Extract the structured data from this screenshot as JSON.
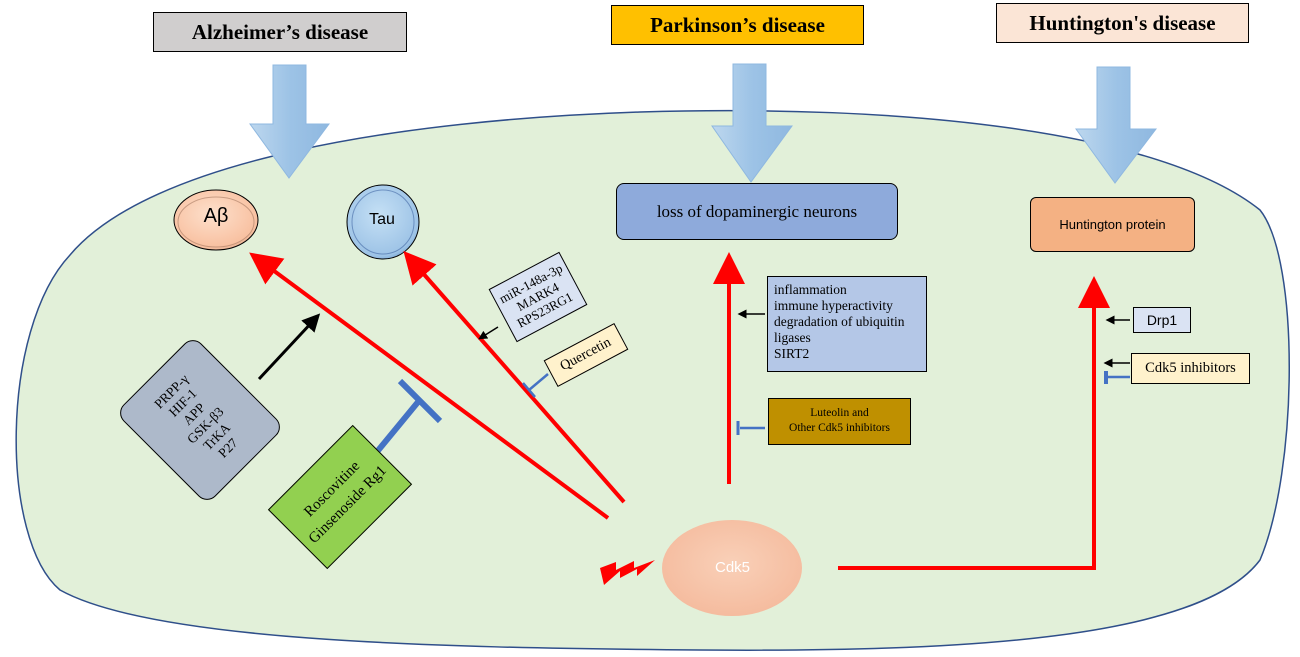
{
  "titles": {
    "alzheimers": "Alzheimer’s disease",
    "parkinsons": "Parkinson’s  disease",
    "huntingtons": "Huntington's disease"
  },
  "nodes": {
    "abeta": "Aβ",
    "tau": "Tau",
    "cdk5": "Cdk5",
    "dopaminergic_loss": "loss of dopaminergic neurons",
    "huntington_protein": "Huntington protein",
    "drp1": "Drp1",
    "cdk5_inhibitors": "Cdk5 inhibitors",
    "quercetin": "Quercetin"
  },
  "lists": {
    "ad_factors": [
      "PRPP-γ",
      "HIF-1",
      "APP",
      "GSK-β3",
      "TrKA",
      "P27"
    ],
    "mirna": [
      "miR-148a-3p",
      "MARK4",
      "RPS23RG1"
    ],
    "green_inhibitors": [
      "Roscovitine",
      "Ginsenoside Rg1"
    ],
    "pd_factors": [
      "inflammation",
      "immune hyperactivity",
      "degradation of ubiquitin",
      "ligases",
      "SIRT2"
    ],
    "luteolin": [
      "Luteolin  and",
      "Other Cdk5 inhibitors"
    ]
  },
  "colors": {
    "cell_fill": "#e2f0d9",
    "cell_stroke": "#2f4f8a",
    "activation_arrow": "#ff0000",
    "inhibition_bar": "#4472c4",
    "down_arrow": "#9dc3e6"
  }
}
